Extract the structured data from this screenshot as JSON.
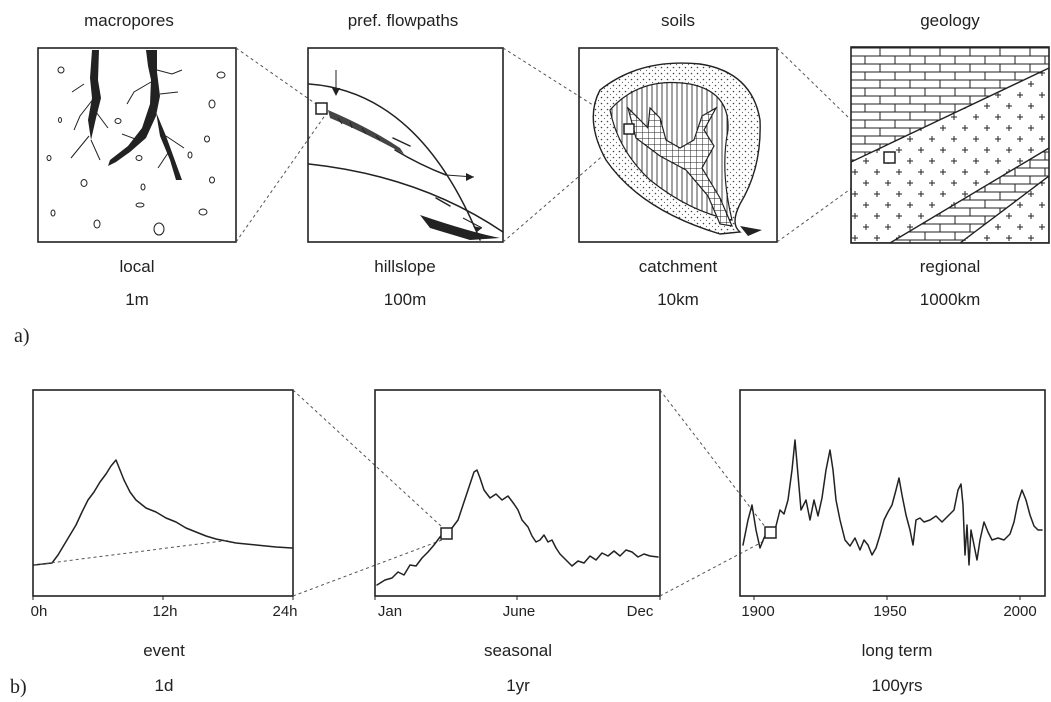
{
  "row_a": {
    "marker": "a)",
    "panels": [
      {
        "title": "macropores",
        "scale": "local",
        "size": "1m"
      },
      {
        "title": "pref. flowpaths",
        "scale": "hillslope",
        "size": "100m"
      },
      {
        "title": "soils",
        "scale": "catchment",
        "size": "10km"
      },
      {
        "title": "geology",
        "scale": "regional",
        "size": "1000km"
      }
    ]
  },
  "row_b": {
    "marker": "b)",
    "panels": [
      {
        "ticks": [
          "0h",
          "12h",
          "24h"
        ],
        "scale": "event",
        "size": "1d"
      },
      {
        "ticks": [
          "Jan",
          "June",
          "Dec"
        ],
        "scale": "seasonal",
        "size": "1yr"
      },
      {
        "ticks": [
          "1900",
          "1950",
          "2000"
        ],
        "scale": "long term",
        "size": "100yrs"
      }
    ]
  },
  "colors": {
    "ink": "#222222",
    "background": "#ffffff"
  }
}
